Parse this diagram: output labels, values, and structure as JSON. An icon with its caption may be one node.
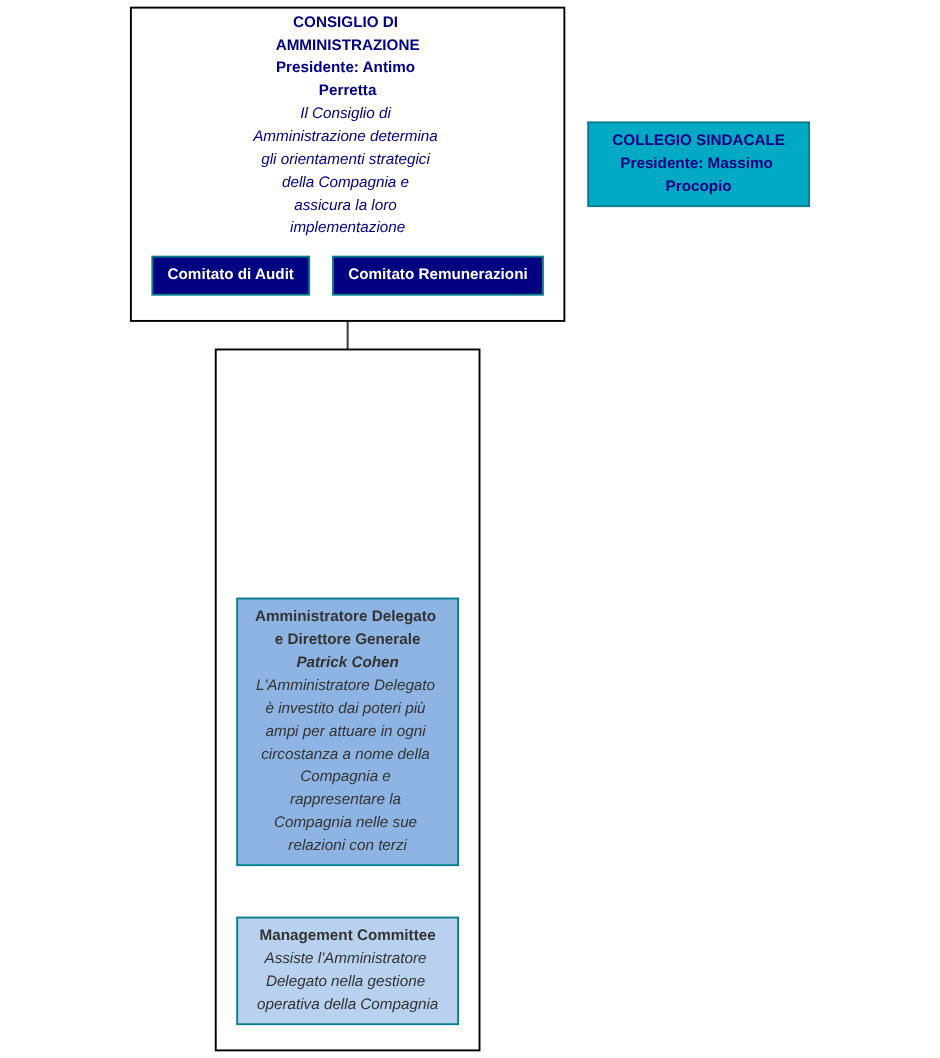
{
  "diagram": {
    "nodes": [
      {
        "text": [
          "COLLEGIO SINDACALE",
          "Presidente: Massimo Procopio"
        ]
      },
      {
        "text": [
          "CONSIGLIO DI AMMINISTRAZIONE",
          "Presidente: Antimo Perretta",
          "Il Consiglio di Amministrazione determina gli orientamenti strategici della Compagnia e assicura la loro implementazione"
        ]
      },
      {
        "text": [
          "Comitato di Audit"
        ],
        "in": 1
      },
      {
        "text": [
          "Comitato Remunerazioni"
        ],
        "in": 1
      },
      {
        "text": [],
        "shape": "box"
      },
      {
        "text": [
          "Amministratore Delegato e Direttore Generale",
          "Patrick Cohen",
          "L'Amministratore Delegato è investito dai poteri più ampi per attuare in ogni circostanza a nome della Compagnia e rappresentare la Compagnia nelle sue relazioni con terzi"
        ],
        "in": 4
      },
      {
        "text": [
          "Management Committee",
          "Assiste l'Amministratore Delegato nella gestione operativa della Compagnia"
        ],
        "in": 4
      }
    ],
    "edges": [
      {
        "from": 1,
        "to": 4,
        "arrow": "none"
      }
    ]
  }
}
